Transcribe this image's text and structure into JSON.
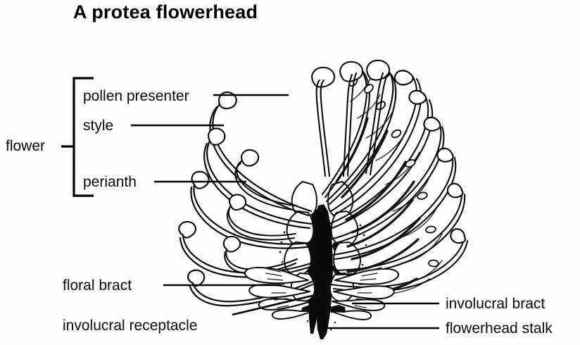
{
  "title": "A protea flowerhead",
  "group_label": {
    "text": "flower"
  },
  "labels": {
    "pollen_presenter": "pollen presenter",
    "style": "style",
    "perianth": "perianth",
    "floral_bract": "floral bract",
    "involucral_receptacle": "involucral receptacle",
    "involucral_bract": "involucral bract",
    "flowerhead_stalk": "flowerhead stalk"
  },
  "colors": {
    "ink": "#000000",
    "background": "#fdfdfc"
  },
  "figure": {
    "subject": "protea flowerhead line drawing",
    "parts": [
      "pollen presenter",
      "style",
      "perianth",
      "floral bract",
      "involucral receptacle",
      "involucral bract",
      "flowerhead stalk"
    ]
  }
}
